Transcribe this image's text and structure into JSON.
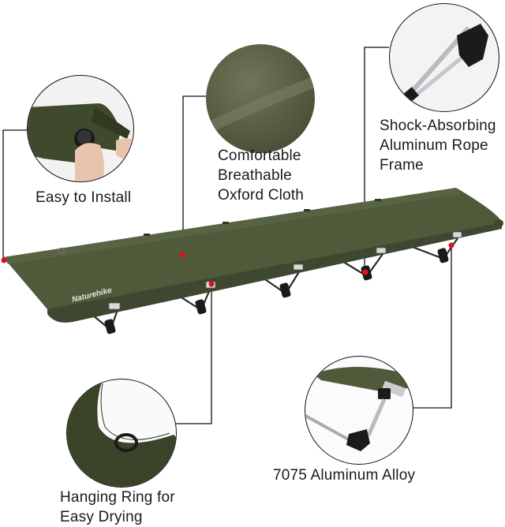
{
  "product": {
    "brand_logo_text": "Naturehike",
    "colors": {
      "fabric": "#4f5a3a",
      "fabric_dark": "#3e4730",
      "frame": "#b9bcbf",
      "joint": "#1c1c1c",
      "marker": "#e0101a",
      "leader_line": "#111111",
      "background": "#ffffff"
    }
  },
  "callouts": [
    {
      "id": "easy-install",
      "label_lines": [
        "Easy to Install"
      ]
    },
    {
      "id": "oxford-cloth",
      "label_lines": [
        "Comfortable",
        "Breathable",
        "Oxford Cloth"
      ]
    },
    {
      "id": "rope-frame",
      "label_lines": [
        "Shock-Absorbing",
        "Aluminum Rope",
        "Frame"
      ]
    },
    {
      "id": "hanging-ring",
      "label_lines": [
        "Hanging Ring for",
        "Easy Drying"
      ]
    },
    {
      "id": "aluminum-alloy",
      "label_lines": [
        "7075 Aluminum Alloy"
      ]
    }
  ]
}
